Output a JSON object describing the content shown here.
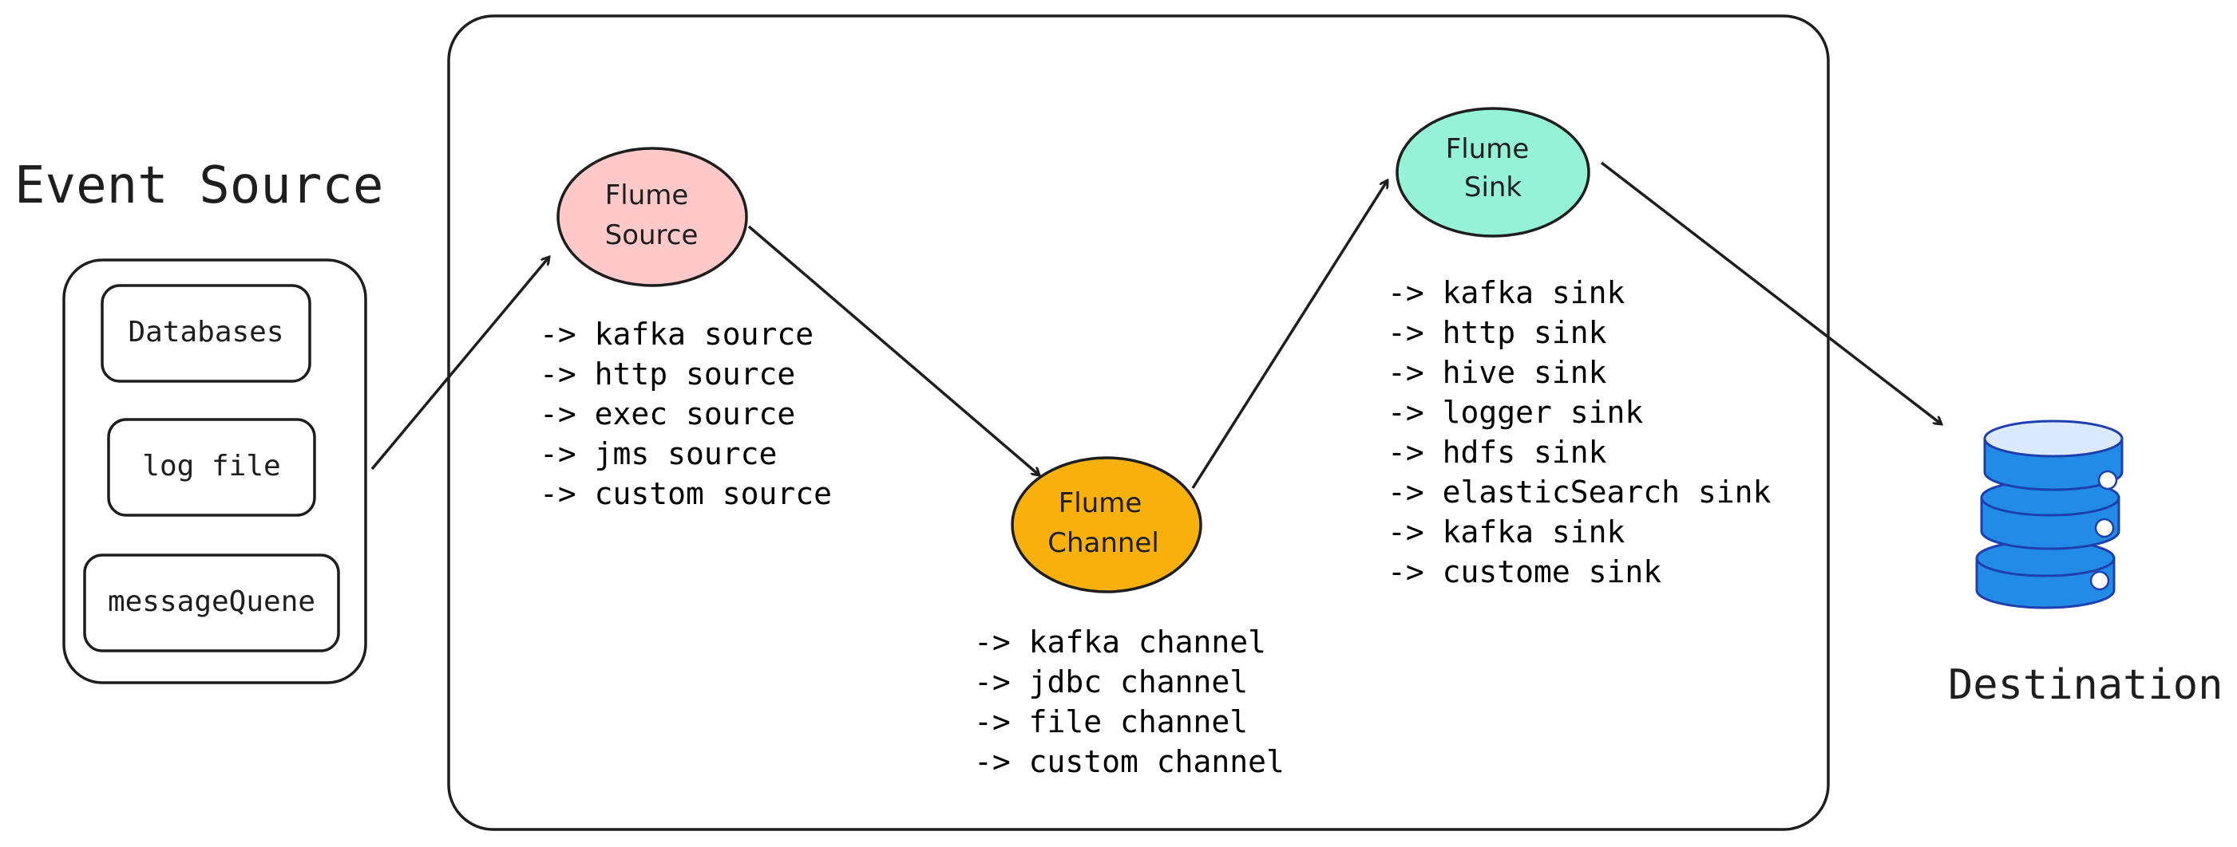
{
  "event_source": {
    "title": "Event Source",
    "items": [
      "Databases",
      "log file",
      "messageQuene"
    ]
  },
  "flume_source": {
    "label_line1": "Flume",
    "label_line2": "Source",
    "fill": "#ffc9c9",
    "list": [
      "-> kafka source",
      "-> http source",
      "-> exec source",
      "-> jms source",
      "-> custom source"
    ]
  },
  "flume_channel": {
    "label_line1": "Flume",
    "label_line2": "Channel",
    "fill": "#f8b00c",
    "list": [
      "-> kafka channel",
      "-> jdbc channel",
      "-> file channel",
      "-> custom channel"
    ]
  },
  "flume_sink": {
    "label_line1": "Flume",
    "label_line2": "Sink",
    "fill": "#96f2d7",
    "list": [
      "-> kafka sink",
      "-> http sink",
      "-> hive sink",
      "-> logger sink",
      "-> hdfs sink",
      "-> elasticSearch sink",
      "-> kafka sink",
      "-> custome sink"
    ]
  },
  "destination": {
    "title": "Destination",
    "icon": "database-icon",
    "color": "#228be6"
  }
}
